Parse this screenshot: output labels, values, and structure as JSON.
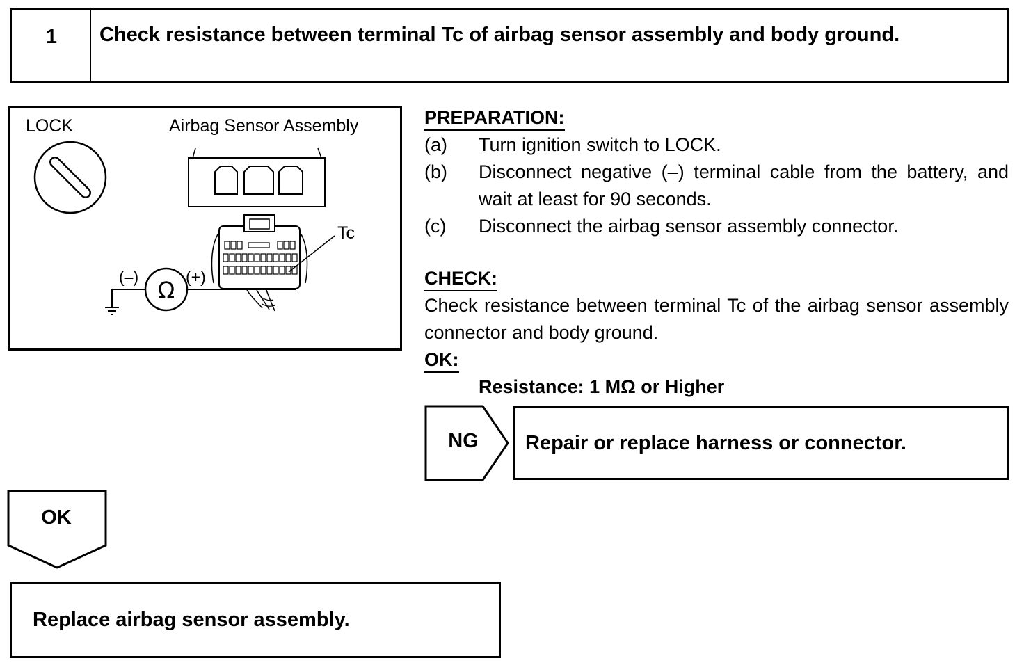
{
  "step": {
    "number": "1",
    "title": "Check resistance between terminal Tc of airbag sensor assembly and body ground."
  },
  "figure": {
    "lock_label": "LOCK",
    "assembly_label": "Airbag Sensor Assembly",
    "terminal_label": "Tc",
    "minus_label": "(–)",
    "plus_label": "(+)",
    "ohm_symbol": "Ω"
  },
  "preparation": {
    "heading": "PREPARATION:",
    "steps": [
      {
        "label": "(a)",
        "text": "Turn ignition switch to LOCK."
      },
      {
        "label": "(b)",
        "text": "Disconnect negative (–) terminal cable from the battery, and wait at least for 90 seconds."
      },
      {
        "label": "(c)",
        "text": "Disconnect the airbag sensor assembly connector."
      }
    ]
  },
  "check": {
    "heading": "CHECK:",
    "text": "Check resistance between terminal Tc of the airbag sensor assembly connector and body ground."
  },
  "ok_spec": {
    "heading": "OK:",
    "value": "Resistance: 1 MΩ or Higher"
  },
  "ng_branch": {
    "label": "NG",
    "action": "Repair or replace harness or connector."
  },
  "ok_branch": {
    "label": "OK",
    "action": "Replace airbag sensor assembly."
  }
}
